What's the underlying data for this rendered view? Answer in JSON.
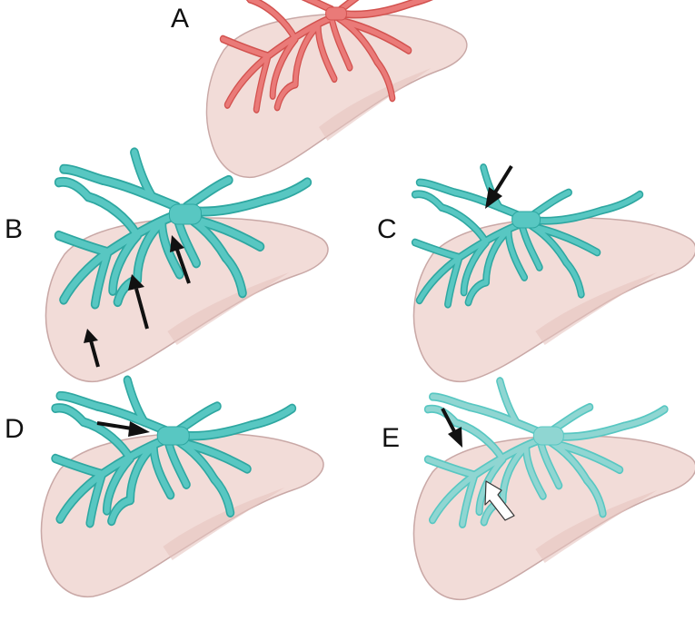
{
  "figure": {
    "background": "#ffffff",
    "colors": {
      "liver_fill": "#f2dcd8",
      "liver_edge": "#c9a8a6",
      "liver_shade": "#e6c4c0",
      "vessel_red": "#ea7a78",
      "vessel_red_edge": "#d2524f",
      "vessel_teal": "#58c7c2",
      "vessel_teal_edge": "#2ea7a1",
      "vessel_teal_pale": "#8fd6d2",
      "arrow_black": "#111111",
      "arrow_white": "#ffffff"
    },
    "panels": [
      {
        "label": "A",
        "vessel_color": "red"
      },
      {
        "label": "B",
        "vessel_color": "teal",
        "arrow_count": 3
      },
      {
        "label": "C",
        "vessel_color": "teal",
        "arrow_count": 1
      },
      {
        "label": "D",
        "vessel_color": "teal",
        "arrow_count": 1
      },
      {
        "label": "E",
        "vessel_color": "teal-pale",
        "arrow_count": 2
      }
    ]
  }
}
